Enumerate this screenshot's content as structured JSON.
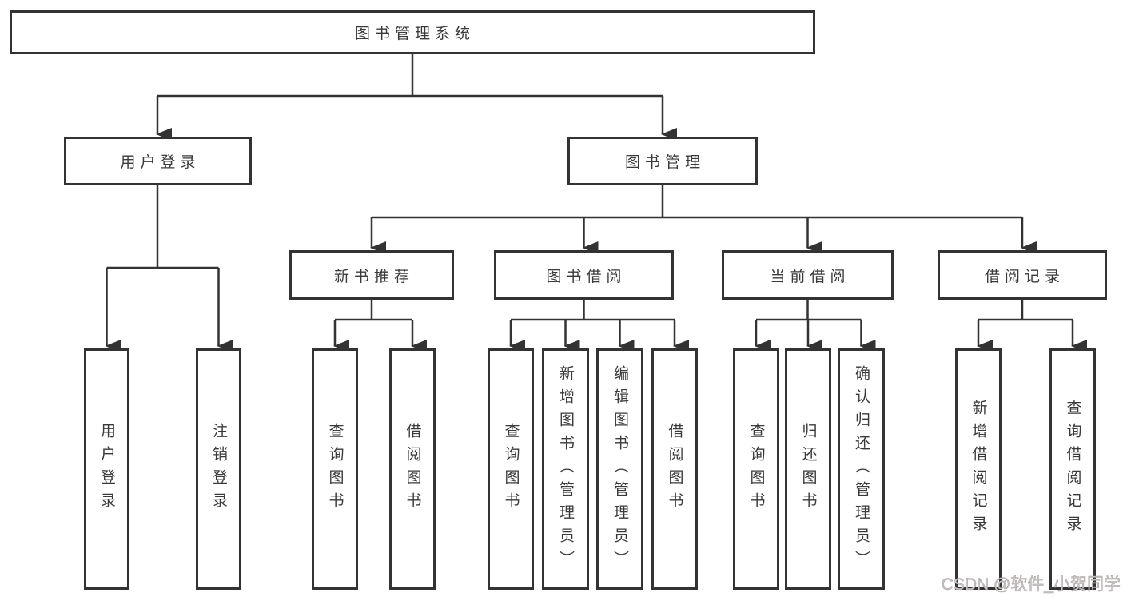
{
  "colors": {
    "border": "#333333",
    "text": "#3a3a3a",
    "line": "#333333",
    "background": "#ffffff",
    "watermark": "#ccc6c6"
  },
  "watermark": {
    "text": "CSDN @软件_小贺同学"
  },
  "tree": {
    "root": {
      "label": "图书管理系统"
    },
    "branches": [
      {
        "label": "用户登录",
        "children": [
          {
            "label": "用户登录"
          },
          {
            "label": "注销登录"
          }
        ]
      },
      {
        "label": "图书管理",
        "groups": [
          {
            "label": "新书推荐",
            "children": [
              {
                "label": "查询图书"
              },
              {
                "label": "借阅图书"
              }
            ]
          },
          {
            "label": "图书借阅",
            "children": [
              {
                "label": "查询图书"
              },
              {
                "label": "新增图书（管理员）"
              },
              {
                "label": "编辑图书（管理员）"
              },
              {
                "label": "借阅图书"
              }
            ]
          },
          {
            "label": "当前借阅",
            "children": [
              {
                "label": "查询图书"
              },
              {
                "label": "归还图书"
              },
              {
                "label": "确认归还（管理员）"
              }
            ]
          },
          {
            "label": "借阅记录",
            "children": [
              {
                "label": "新增借阅记录"
              },
              {
                "label": "查询借阅记录"
              }
            ]
          }
        ]
      }
    ]
  }
}
